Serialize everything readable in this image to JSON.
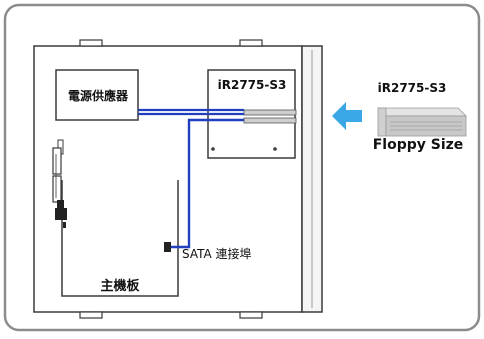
{
  "labels": {
    "psu": "電源供應器",
    "module": "iR2775-S3",
    "product_title": "iR2775-S3",
    "product_caption": "Floppy Size",
    "sata_port": "SATA 連接埠",
    "motherboard": "主機板"
  },
  "colors": {
    "frame": "#8c8c8c",
    "line": "#3a3a3a",
    "cable": "#1f3fbf",
    "arrow": "#3aa7e6",
    "bay": "#cfcfcf",
    "text": "#111111"
  }
}
